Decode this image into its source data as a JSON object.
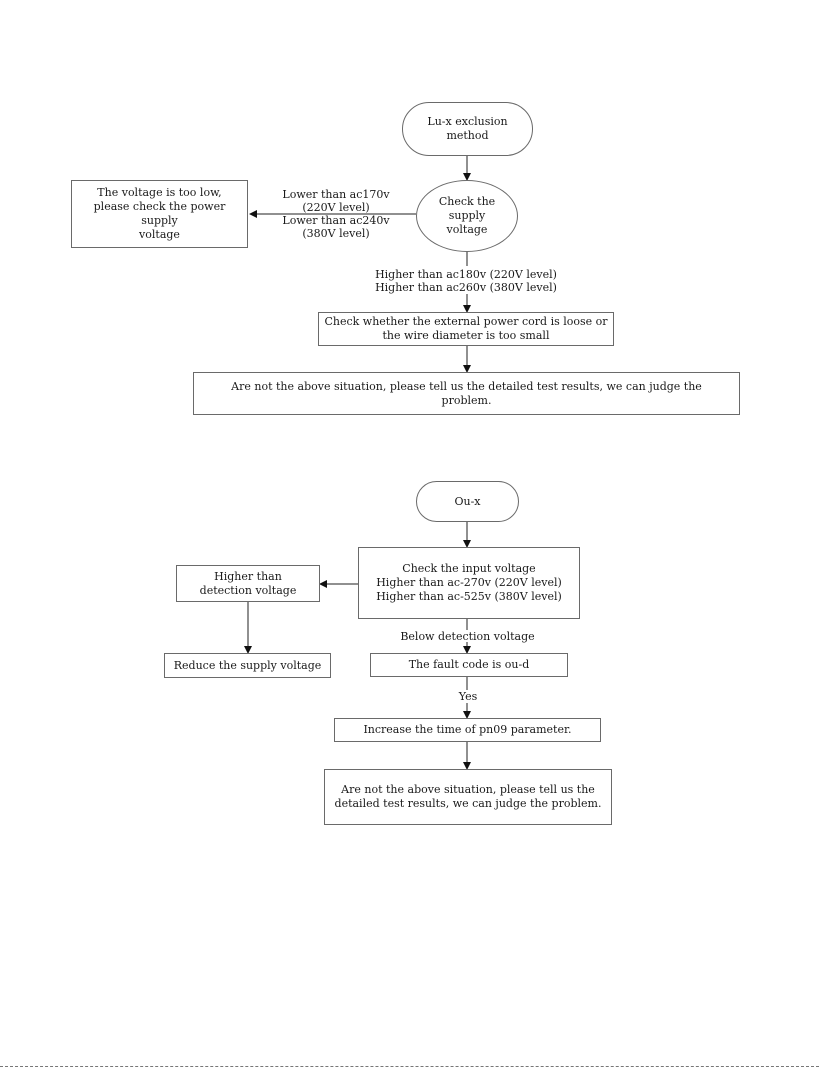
{
  "flow1": {
    "start": "Lu-x exclusion method",
    "check_supply": "Check the supply\nvoltage",
    "low_result": "The voltage is too low,\nplease check the power supply\nvoltage",
    "low_condition": "Lower than ac170v\n(220V level)\nLower than ac240v\n(380V level)",
    "high_condition": "Higher than ac180v (220V level)\nHigher than ac260v (380V level)",
    "check_cord": "Check whether the external power cord is loose or\nthe wire diameter is too small",
    "final": "Are not the above situation, please tell us the detailed test results, we can judge the\nproblem."
  },
  "flow2": {
    "start": "Ou-x",
    "check_input": "Check the input voltage\nHigher than ac-270v (220V level)\nHigher than ac-525v (380V level)",
    "higher_box": "Higher than\ndetection voltage",
    "reduce": "Reduce the supply voltage",
    "below_label": "Below detection voltage",
    "fault_code": "The fault code is ou-d",
    "yes_label": "Yes",
    "increase": "Increase the time of pn09 parameter.",
    "final": "Are not the above situation, please tell us the\ndetailed test results, we can judge the problem."
  }
}
